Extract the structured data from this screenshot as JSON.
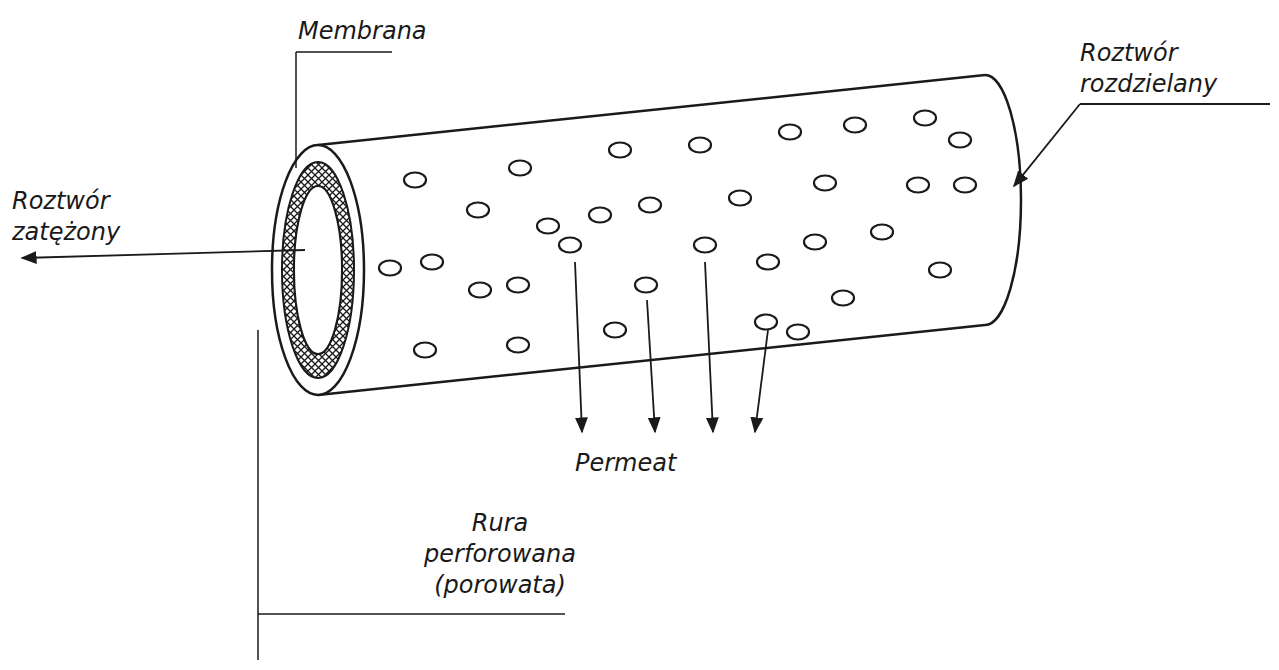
{
  "diagram": {
    "labels": [
      "Membrana",
      "Roztwór zatężony",
      "Roztwór rozdzielany",
      "Permeat",
      "Rura perforowana (porowata)"
    ]
  }
}
